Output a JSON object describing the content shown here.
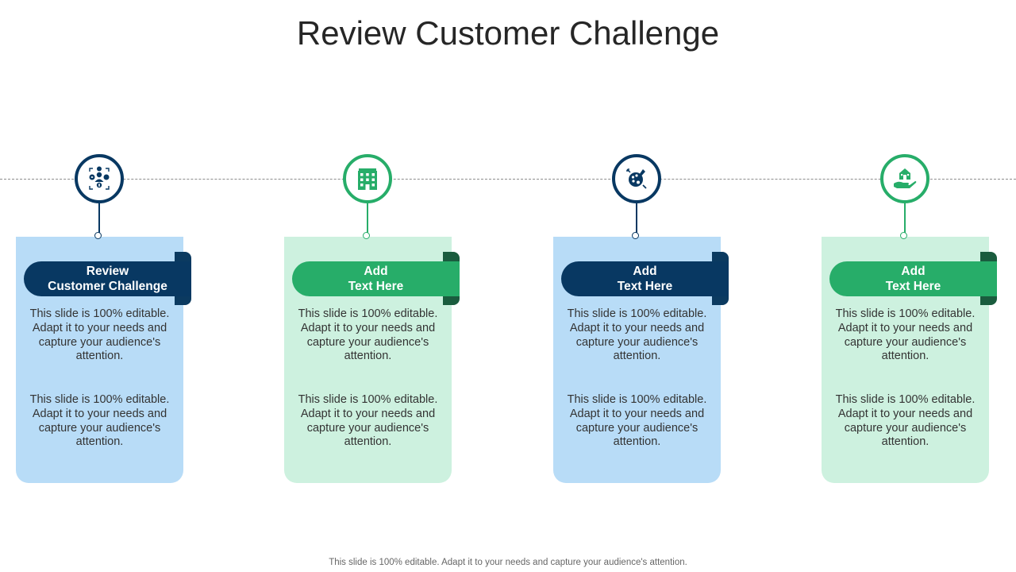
{
  "title": "Review Customer Challenge",
  "footer": "This slide is 100% editable. Adapt it to your needs and capture your audience's attention.",
  "colors": {
    "navy": "#083862",
    "green": "#27ad69",
    "light_blue": "#b8dcf7",
    "light_green": "#cdf1df"
  },
  "columns": [
    {
      "heading_line1": "Review",
      "heading_line2": "Customer Challenge",
      "text1": "This slide is 100% editable. Adapt it to your needs and capture your audience's attention.",
      "text2": "This slide is 100% editable. Adapt it to your needs and capture your audience's attention.",
      "icon": "team-network-icon"
    },
    {
      "heading_line1": "Add",
      "heading_line2": "Text Here",
      "text1": "This slide is 100% editable. Adapt it to your needs and capture your audience's attention.",
      "text2": "This slide is 100% editable. Adapt it to your needs and capture your audience's attention.",
      "icon": "building-icon"
    },
    {
      "heading_line1": "Add",
      "heading_line2": "Text Here",
      "text1": "This slide is 100% editable. Adapt it to your needs and capture your audience's attention.",
      "text2": "This slide is 100% editable. Adapt it to your needs and capture your audience's attention.",
      "icon": "palette-icon"
    },
    {
      "heading_line1": "Add",
      "heading_line2": "Text Here",
      "text1": "This slide is 100% editable. Adapt it to your needs and capture your audience's attention.",
      "text2": "This slide is 100% editable. Adapt it to your needs and capture your audience's attention.",
      "icon": "hand-house-icon"
    }
  ]
}
